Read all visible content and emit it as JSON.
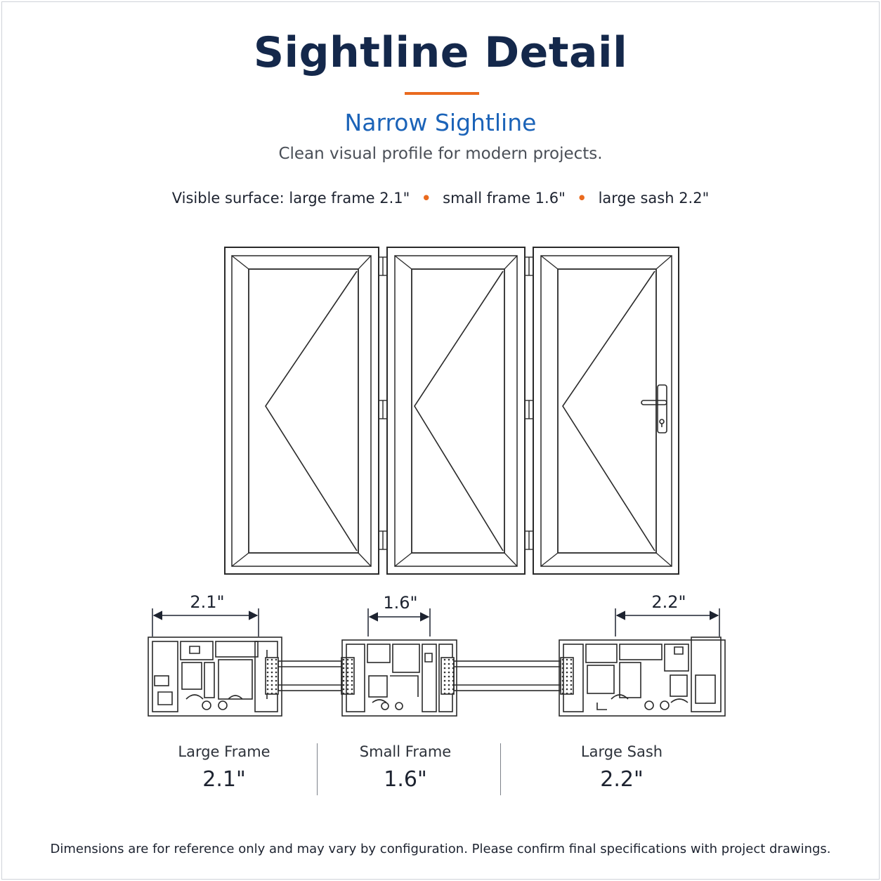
{
  "header": {
    "title": "Sightline Detail",
    "subtitle": "Narrow Sightline",
    "description": "Clean visual profile for modern projects."
  },
  "surface": {
    "prefix": "Visible surface:",
    "items": [
      "large frame 2.1\"",
      "small frame 1.6\"",
      "large sash 2.2\""
    ],
    "separator": "•"
  },
  "dimensions": {
    "large_frame": "2.1\"",
    "small_frame": "1.6\"",
    "large_sash": "2.2\""
  },
  "profiles": [
    {
      "label": "Large Frame",
      "value": "2.1\""
    },
    {
      "label": "Small Frame",
      "value": "1.6\""
    },
    {
      "label": "Large Sash",
      "value": "2.2\""
    }
  ],
  "footer": "Dimensions are for reference only and may vary by configuration. Please confirm final specifications with project drawings.",
  "colors": {
    "title": "#14284b",
    "accent": "#ea6a1e",
    "subtitle": "#1b63b8",
    "line": "#2a2a2a"
  }
}
